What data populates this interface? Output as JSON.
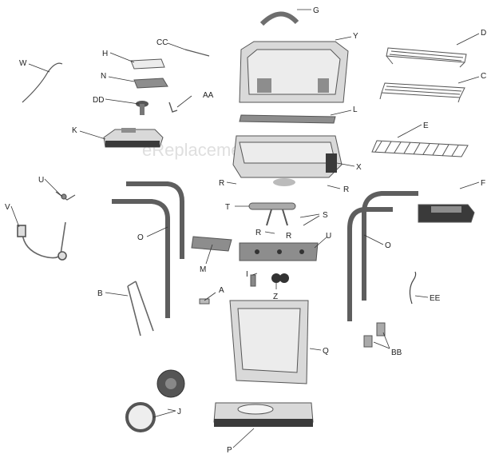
{
  "watermark": "eReplacementParts.com",
  "labels": {
    "G": "G",
    "CC": "CC",
    "Y": "Y",
    "D": "D",
    "W": "W",
    "H": "H",
    "N": "N",
    "C": "C",
    "DD": "DD",
    "AA": "AA",
    "L": "L",
    "K": "K",
    "E": "E",
    "X": "X",
    "U1": "U",
    "R1": "R",
    "R2": "R",
    "F": "F",
    "V": "V",
    "T": "T",
    "S": "S",
    "R3": "R",
    "R4": "R",
    "O1": "O",
    "O2": "O",
    "U2": "U",
    "M": "M",
    "I": "I",
    "B": "B",
    "A": "A",
    "Z": "Z",
    "EE": "EE",
    "Q": "Q",
    "BB": "BB",
    "J": "J",
    "P": "P"
  },
  "colors": {
    "line": "#333333",
    "dark": "#3a3a3a",
    "mid": "#8d8d8d",
    "light": "#d9d9d9"
  }
}
